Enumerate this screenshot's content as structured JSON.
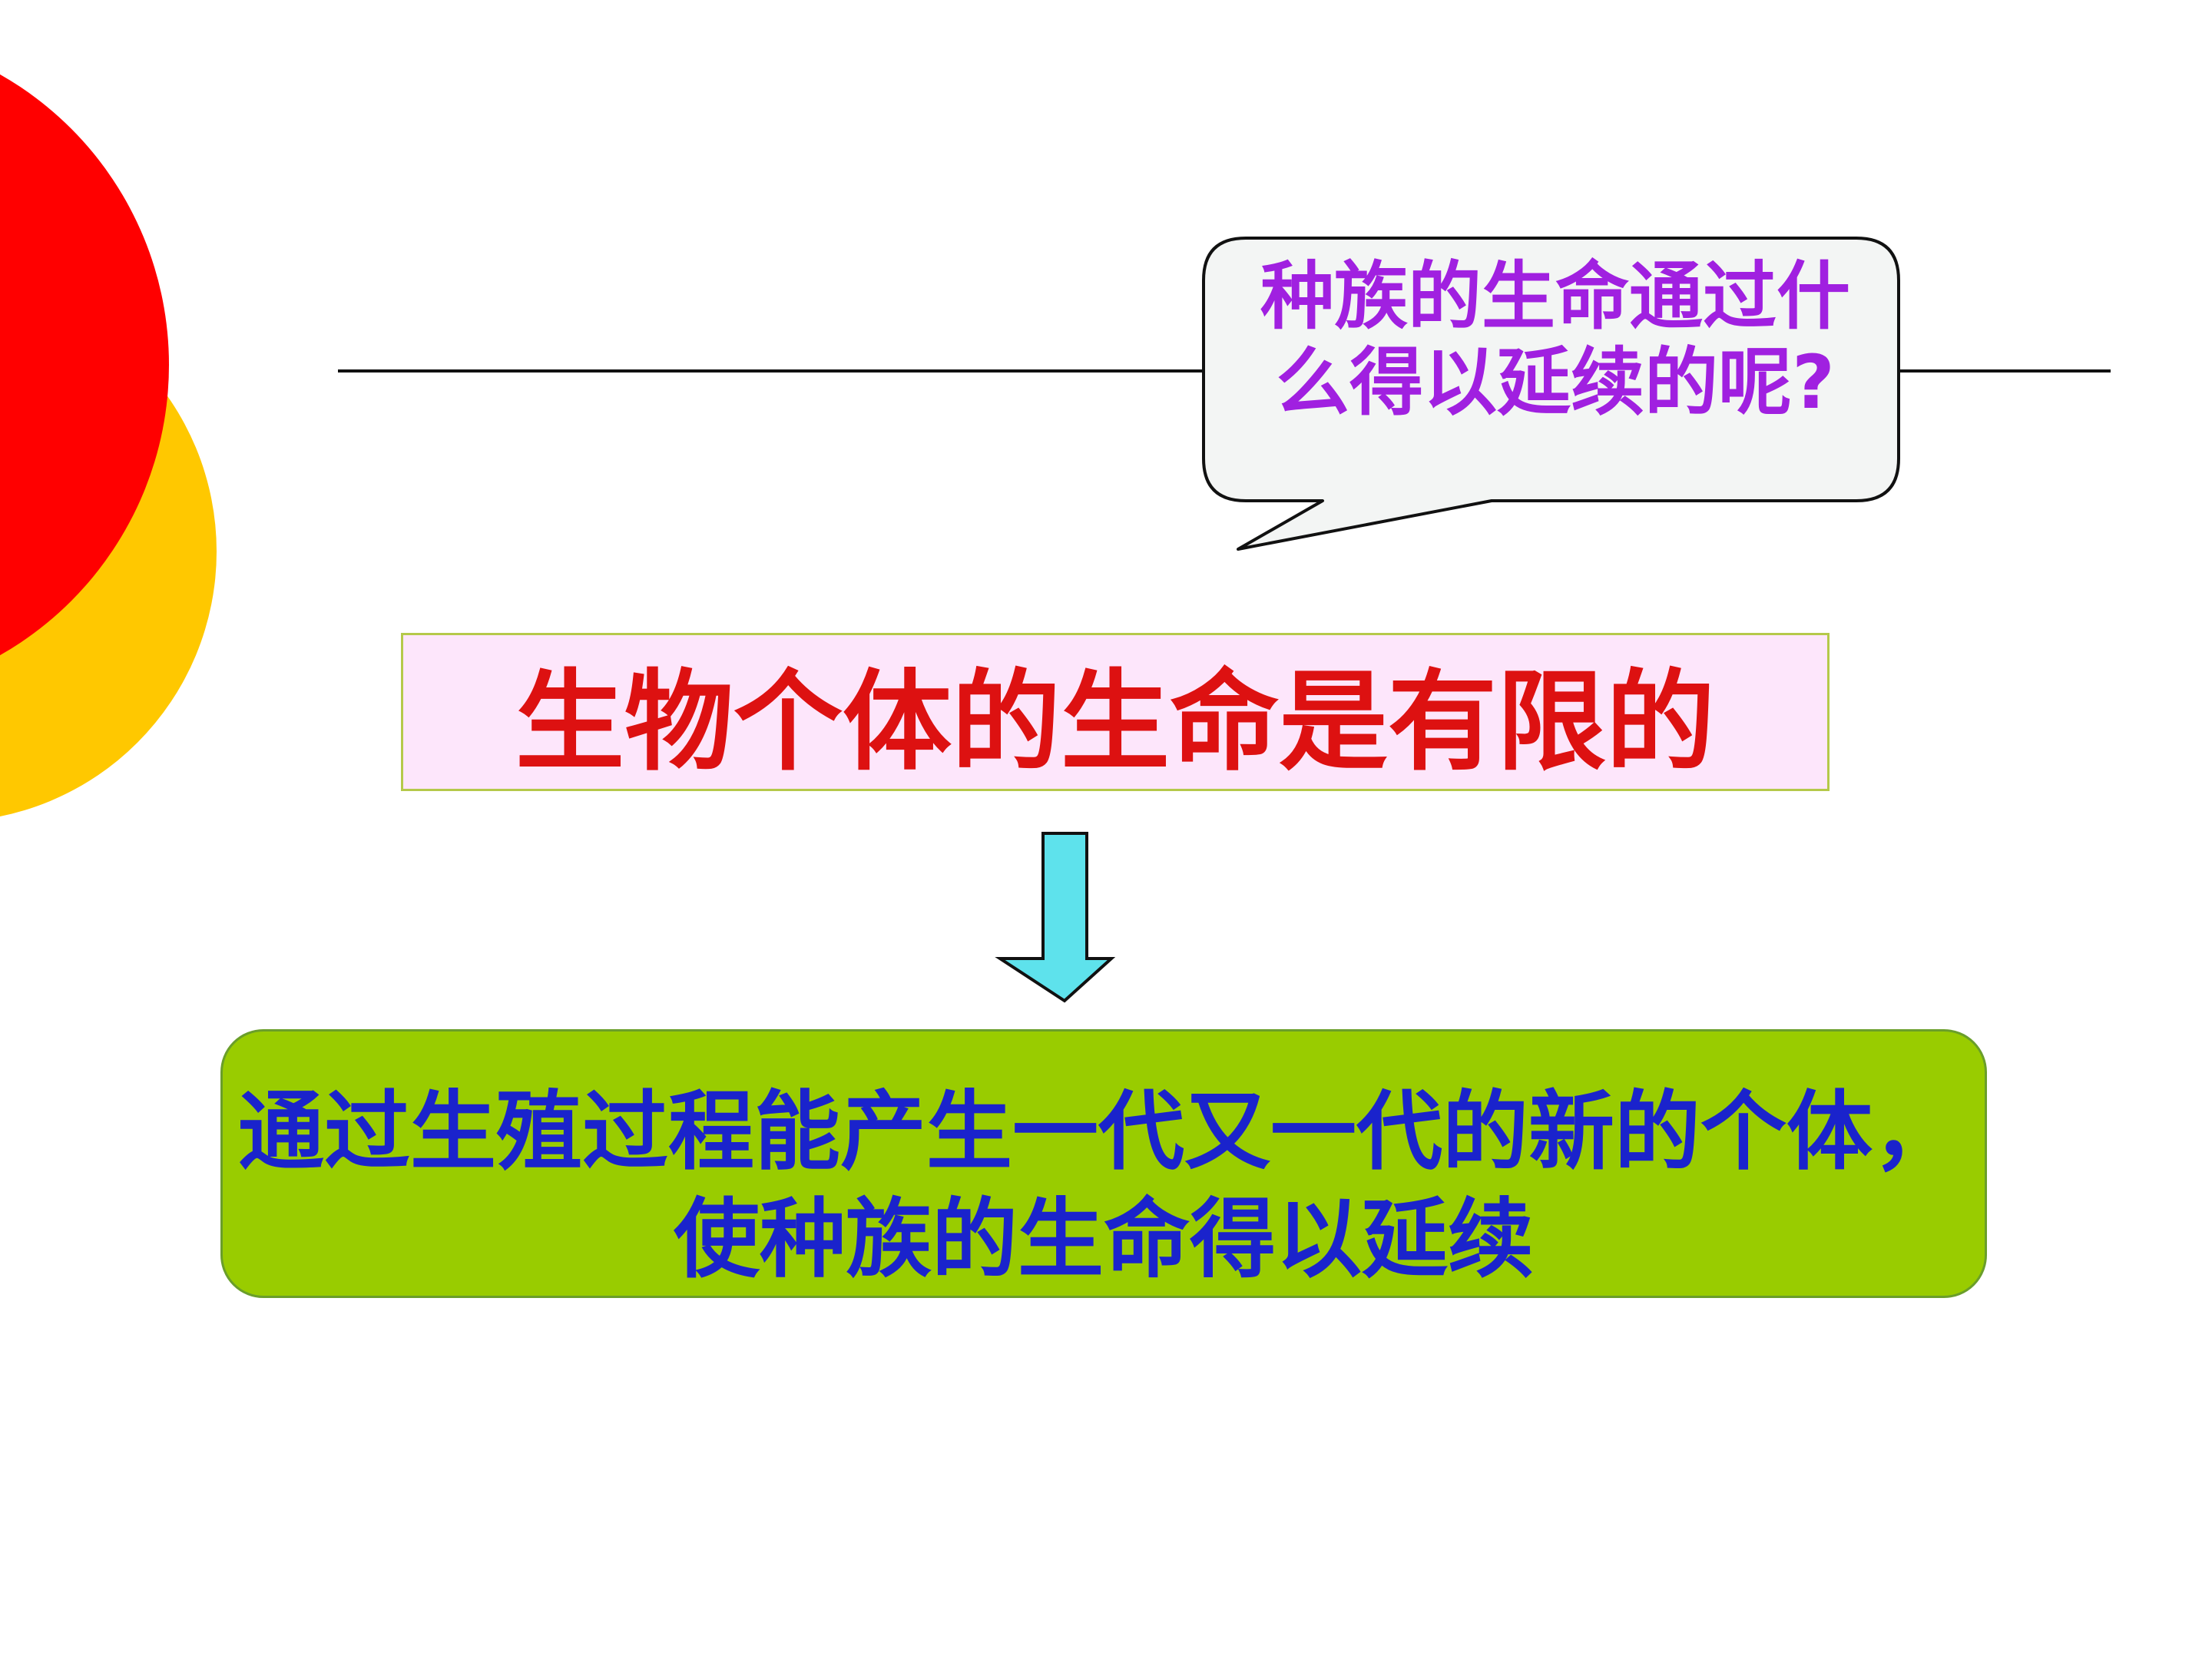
{
  "callout": {
    "text": "种族的生命通过什\n么得以延续的呢?"
  },
  "statement": {
    "text": "生物个体的生命是有限的"
  },
  "answer": {
    "line1": "通过生殖过程能产生一代又一代的新的个体，",
    "line2": "使种族的生命得以延续"
  },
  "colors": {
    "red_circle": "#ff0000",
    "yellow_circle": "#ffc800",
    "callout_text": "#a020e0",
    "callout_fill": "#f3f5f4",
    "statement_text": "#dd1111",
    "statement_fill": "#fde6fb",
    "answer_text": "#1a23cc",
    "answer_fill": "#99cc00",
    "arrow_fill": "#5ee2ec"
  },
  "icons": {
    "arrow": "down-arrow-icon",
    "circles": "decorative-circles"
  }
}
